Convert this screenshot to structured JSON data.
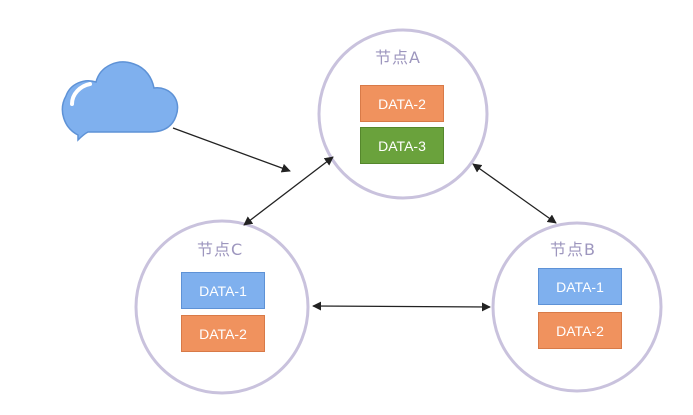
{
  "colors": {
    "node_border": "#c9c2dd",
    "title": "#9d96be",
    "data_1": "#7fb0ee",
    "data_2": "#f0925e",
    "data_3": "#6aa23c",
    "cloud": "#7fb0ee",
    "arrow": "#222222"
  },
  "icons": {
    "cloud": "cloud-icon"
  },
  "nodes": {
    "a": {
      "title": "节点A",
      "blocks": [
        "DATA-2",
        "DATA-3"
      ]
    },
    "b": {
      "title": "节点B",
      "blocks": [
        "DATA-1",
        "DATA-2"
      ]
    },
    "c": {
      "title": "节点C",
      "blocks": [
        "DATA-1",
        "DATA-2"
      ]
    }
  }
}
